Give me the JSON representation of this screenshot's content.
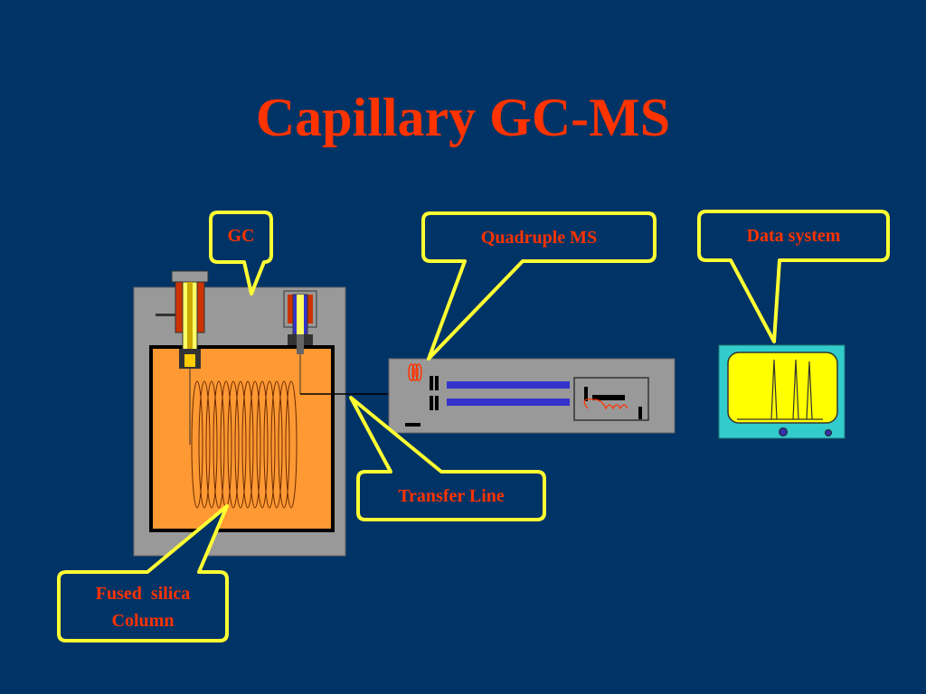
{
  "slide": {
    "title": "Capillary GC-MS"
  },
  "callouts": {
    "gc": "GC",
    "ms": "Quadruple MS",
    "data_system": "Data system",
    "transfer_line": "Transfer Line",
    "column_line1": "Fused  silica",
    "column_line2": "Column"
  },
  "colors": {
    "background": "#003366",
    "title": "#ff3300",
    "callout_border": "#ffff33",
    "oven": "#ff9933",
    "housing": "#999999",
    "monitor": "#33cccc",
    "screen": "#ffff00",
    "quadrupole_rods": "#3333cc"
  }
}
